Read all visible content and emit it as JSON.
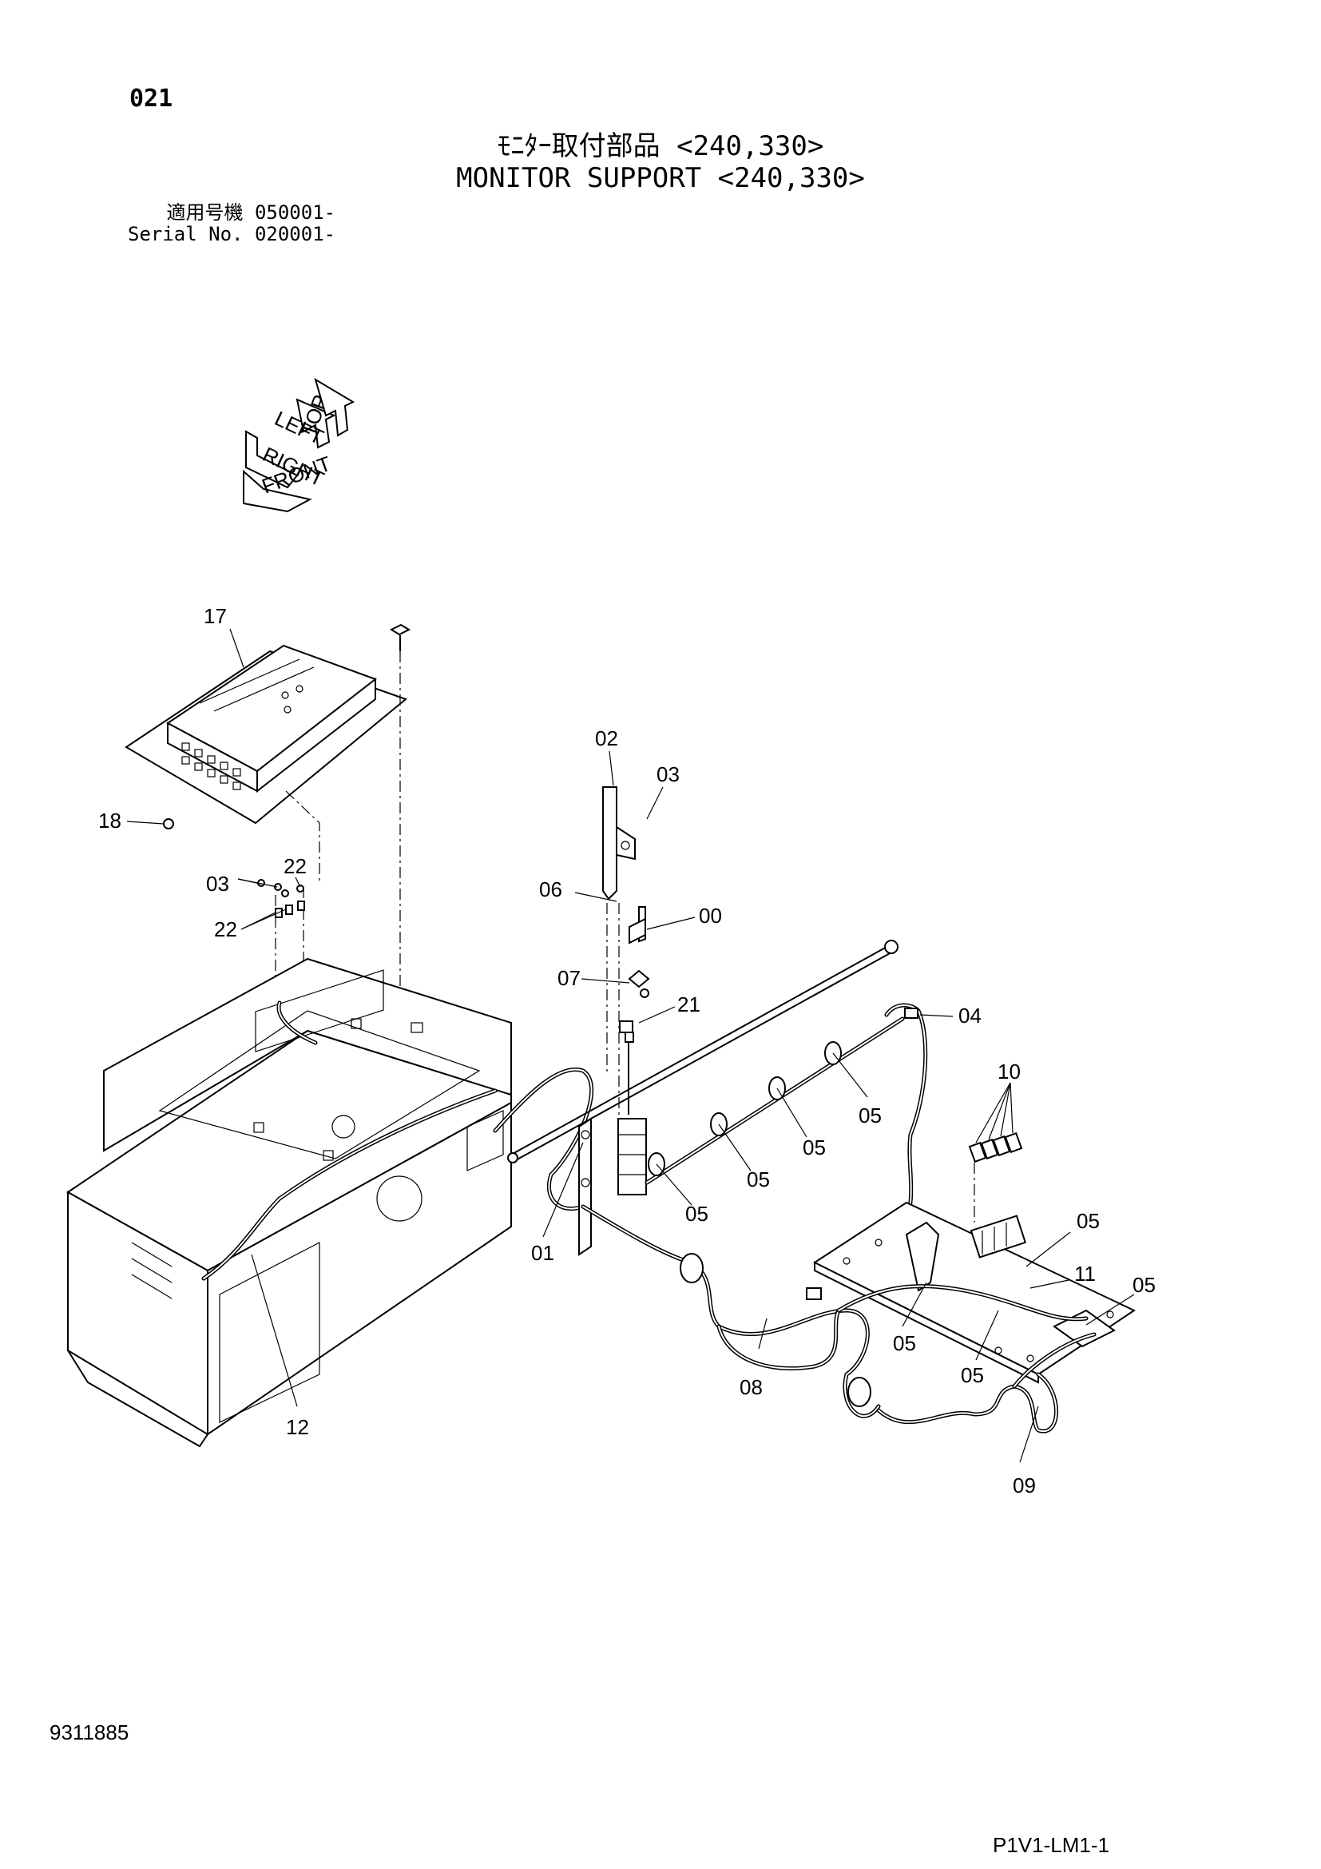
{
  "header": {
    "page_number": "021",
    "title_jp": "ﾓﾆﾀｰ取付部品 <240,330>",
    "title_en": "MONITOR SUPPORT <240,330>",
    "serial_jp": "適用号機  050001-",
    "serial_en": "Serial No. 020001-"
  },
  "orientation": {
    "labels": [
      "LEFT",
      "TOP",
      "RIGHT",
      "FRONT"
    ]
  },
  "callouts": {
    "c17": "17",
    "c18": "18",
    "c03a": "03",
    "c22a": "22",
    "c22b": "22",
    "c02": "02",
    "c03b": "03",
    "c06": "06",
    "c00": "00",
    "c07": "07",
    "c21": "21",
    "c04": "04",
    "c10": "10",
    "c05a": "05",
    "c05b": "05",
    "c05c": "05",
    "c05d": "05",
    "c05e": "05",
    "c05f": "05",
    "c05g": "05",
    "c05h": "05",
    "c11": "11",
    "c01": "01",
    "c08": "08",
    "c09": "09",
    "c12": "12"
  },
  "footer": {
    "doc_number": "9311885",
    "page_code": "P1V1-LM1-1"
  }
}
